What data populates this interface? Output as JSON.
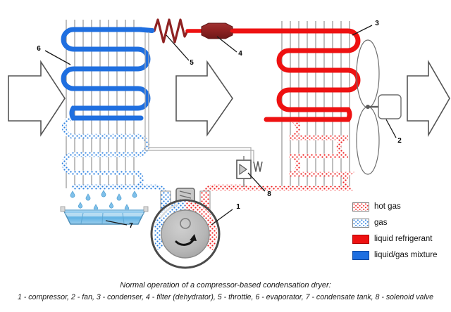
{
  "diagram": {
    "title": "compressor-based condensation dryer schematic",
    "callouts": [
      {
        "id": "1",
        "label": "1",
        "target": "compressor"
      },
      {
        "id": "2",
        "label": "2",
        "target": "fan"
      },
      {
        "id": "3",
        "label": "3",
        "target": "condenser"
      },
      {
        "id": "4",
        "label": "4",
        "target": "filter-dehydrator"
      },
      {
        "id": "5",
        "label": "5",
        "target": "throttle"
      },
      {
        "id": "6",
        "label": "6",
        "target": "evaporator"
      },
      {
        "id": "7",
        "label": "7",
        "target": "condensate-tank"
      },
      {
        "id": "8",
        "label": "8",
        "target": "solenoid-valve"
      }
    ],
    "colors": {
      "hot_gas": "#ee2222",
      "gas": "#2a7fe0",
      "liquid_refrigerant": "#ee1111",
      "liquid_gas_mixture": "#1f6fe0",
      "fin": "#8a8a8a",
      "outline": "#555555",
      "body_gray": "#b3b3b3",
      "dark_red": "#8f2222",
      "water": "#7fc0ea"
    }
  },
  "legend": {
    "items": [
      {
        "label": "hot gas",
        "swatch": "hot-gas-swatch"
      },
      {
        "label": "gas",
        "swatch": "gas-swatch"
      },
      {
        "label": "liquid refrigerant",
        "swatch": "liquid-refrigerant-swatch"
      },
      {
        "label": "liquid/gas mixture",
        "swatch": "liquid-gas-mixture-swatch"
      }
    ]
  },
  "caption": {
    "line1": "Normal operation of a compressor-based condensation dryer:",
    "line2": "1 - compressor, 2 - fan, 3 - condenser, 4 - filter (dehydrator), 5 - throttle, 6 - evaporator, 7 - condensate tank, 8 - solenoid valve"
  }
}
